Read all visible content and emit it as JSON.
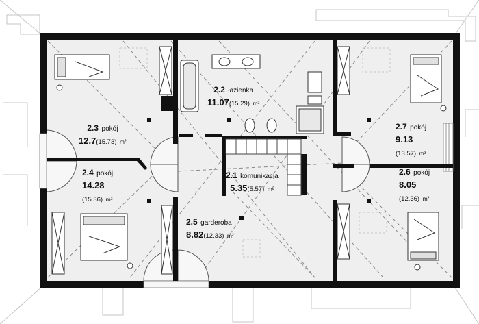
{
  "colors": {
    "wall": "#111111",
    "floor": "#efefef",
    "dash": "#8a8a8a",
    "outline": "#bdbdbd",
    "room_fill": "#e6e6e6"
  },
  "rooms": [
    {
      "id": "r23",
      "number": "2.3",
      "name": "pokój",
      "area": "12.7",
      "gross": "(15.73)",
      "unit": "m²"
    },
    {
      "id": "r22",
      "number": "2.2",
      "name": "łazienka",
      "area": "11.07",
      "gross": "(15.29)",
      "unit": "m²"
    },
    {
      "id": "r27",
      "number": "2.7",
      "name": "pokój",
      "area": "9.13",
      "gross": "(13.57)",
      "unit": "m²"
    },
    {
      "id": "r24",
      "number": "2.4",
      "name": "pokój",
      "area": "14.28",
      "gross": "(15.36)",
      "unit": "m²"
    },
    {
      "id": "r21",
      "number": "2.1",
      "name": "komunikacja",
      "area": "5.35",
      "gross": "(5.57)",
      "unit": "m²"
    },
    {
      "id": "r26",
      "number": "2.6",
      "name": "pokój",
      "area": "8.05",
      "gross": "(12.36)",
      "unit": "m²"
    },
    {
      "id": "r25",
      "number": "2.5",
      "name": "garderoba",
      "area": "8.82",
      "gross": "(12.33)",
      "unit": "m²"
    }
  ]
}
